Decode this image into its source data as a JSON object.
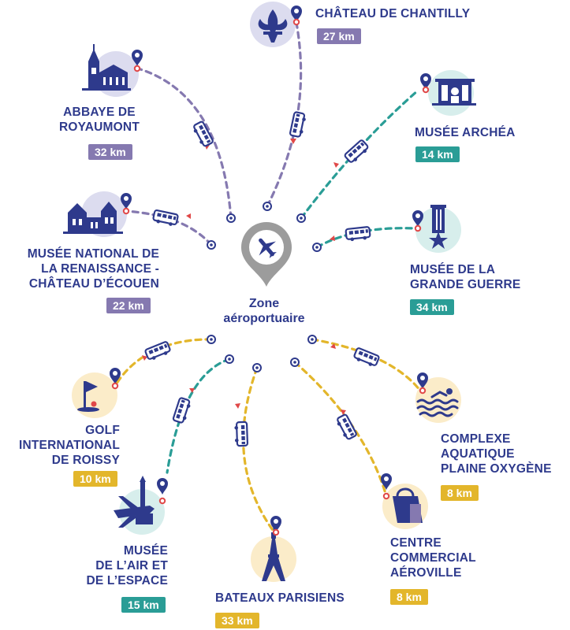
{
  "hub": {
    "label": "Zone\naéroportuaire",
    "icon": "airplane-pin-icon"
  },
  "colors": {
    "navy": "#2e3a8c",
    "purple": "#8579b0",
    "teal": "#2a9d96",
    "yellow": "#e3b62b",
    "circle_purple": "#dcdcef",
    "circle_teal": "#d7eeec",
    "circle_yellow": "#fbecc9",
    "hub_grey": "#9c9c9c"
  },
  "destinations": [
    {
      "id": "chateau-chantilly",
      "name": "CHÂTEAU DE CHANTILLY",
      "distance": "27 km",
      "color": "purple",
      "icon": "fleur-de-lis-icon"
    },
    {
      "id": "abbaye-royaumont",
      "name": "ABBAYE DE\nROYAUMONT",
      "distance": "32 km",
      "color": "purple",
      "icon": "abbey-icon"
    },
    {
      "id": "musee-archea",
      "name": "MUSÉE ARCHÉA",
      "distance": "14 km",
      "color": "teal",
      "icon": "museum-building-icon"
    },
    {
      "id": "musee-renaissance",
      "name": "MUSÉE NATIONAL DE\nLA RENAISSANCE -\nCHÂTEAU D’ÉCOUEN",
      "distance": "22 km",
      "color": "purple",
      "icon": "castle-icon"
    },
    {
      "id": "musee-grande-guerre",
      "name": "MUSÉE DE LA\nGRANDE GUERRE",
      "distance": "34 km",
      "color": "teal",
      "icon": "war-memorial-icon"
    },
    {
      "id": "golf-roissy",
      "name": "GOLF\nINTERNATIONAL\nDE ROISSY",
      "distance": "10 km",
      "color": "yellow",
      "icon": "golf-flag-icon"
    },
    {
      "id": "complexe-aquatique",
      "name": "COMPLEXE\nAQUATIQUE\nPLAINE OXYGÈNE",
      "distance": "8 km",
      "color": "yellow",
      "icon": "swimmer-icon"
    },
    {
      "id": "musee-air-espace",
      "name": "MUSÉE\nDE L’AIR ET\nDE L’ESPACE",
      "distance": "15 km",
      "color": "teal",
      "icon": "airplane-icon"
    },
    {
      "id": "centre-aeroville",
      "name": "CENTRE\nCOMMERCIAL\nAÉROVILLE",
      "distance": "8 km",
      "color": "yellow",
      "icon": "shopping-bag-icon"
    },
    {
      "id": "bateaux-parisiens",
      "name": "BATEAUX PARISIENS",
      "distance": "33 km",
      "color": "yellow",
      "icon": "eiffel-tower-icon"
    }
  ]
}
